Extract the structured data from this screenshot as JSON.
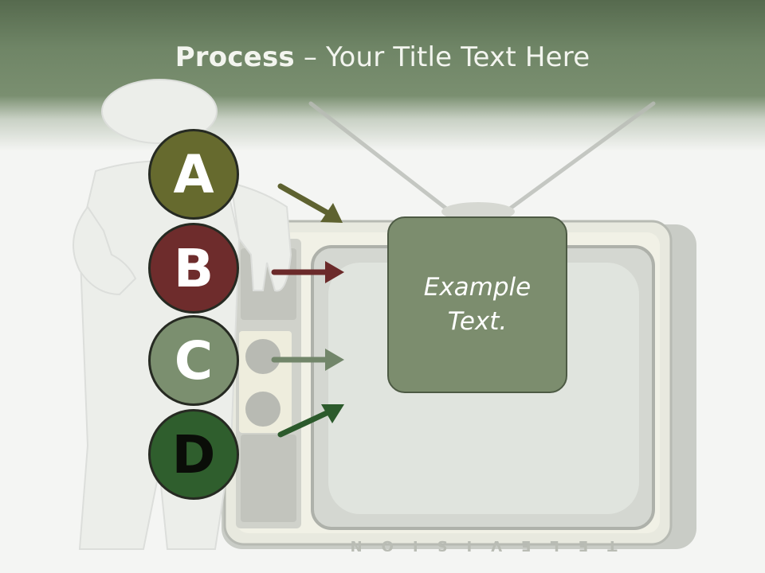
{
  "title": {
    "bold": "Process",
    "rest": " – Your Title Text Here"
  },
  "steps": [
    {
      "letter": "A",
      "color": "#666a2e",
      "arrow_color": "#5e6230"
    },
    {
      "letter": "B",
      "color": "#6e2c2c",
      "arrow_color": "#6b2a2a"
    },
    {
      "letter": "C",
      "color": "#7b8f6f",
      "arrow_color": "#72866a"
    },
    {
      "letter": "D",
      "color": "#2f5e2d",
      "arrow_color": "#2c5a2c"
    }
  ],
  "example": {
    "line1": "Example",
    "line2": "Text."
  },
  "tv_brand": "TELEVISION",
  "colors": {
    "header": "#6f8566",
    "box": "#7c8d6e"
  }
}
